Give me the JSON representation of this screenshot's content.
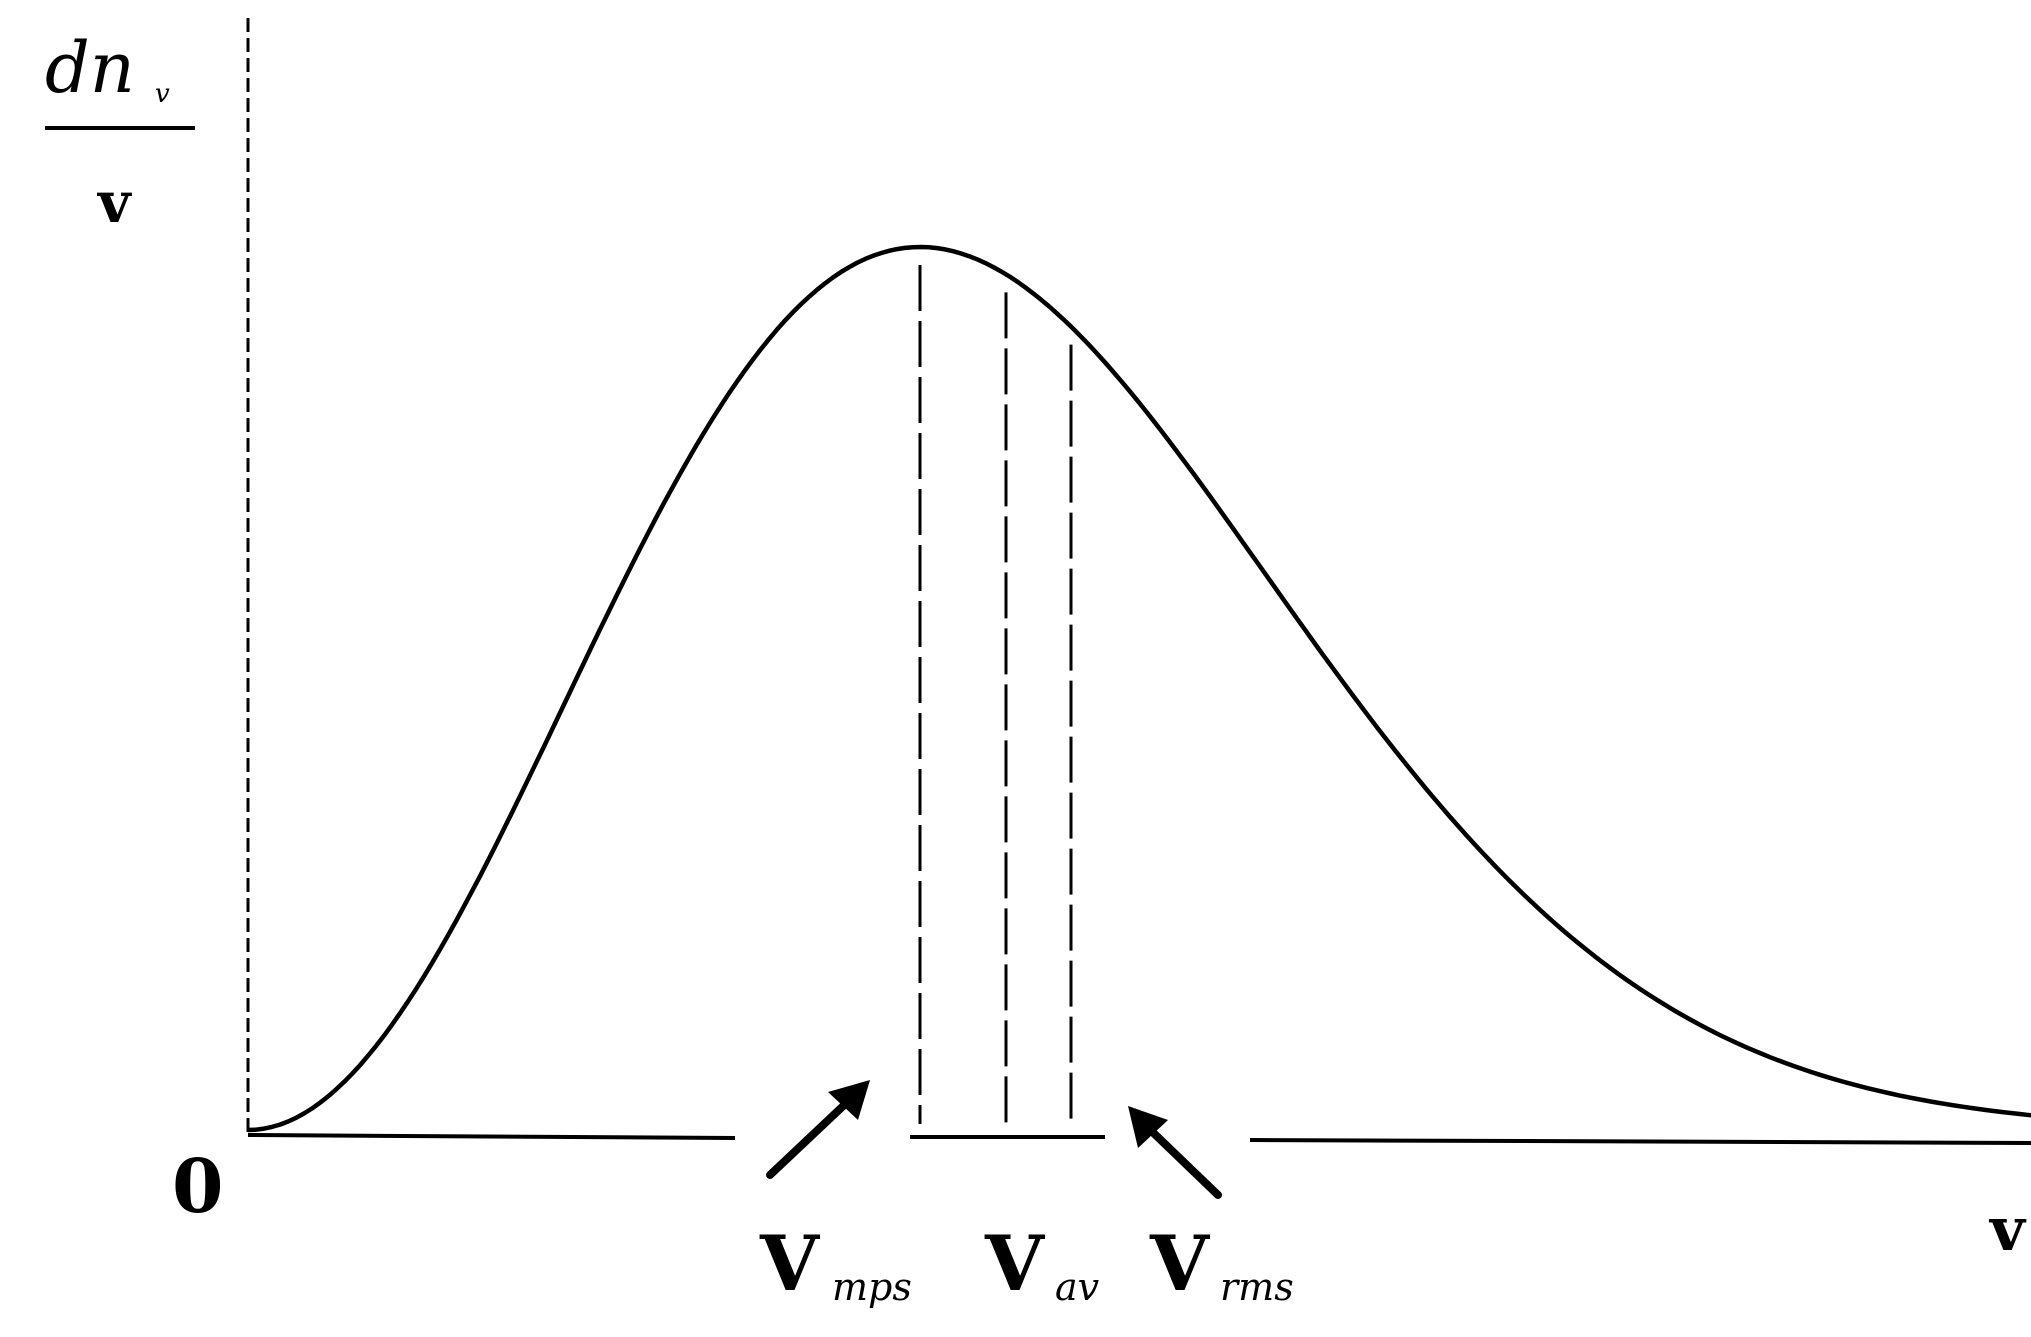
{
  "y_axis": {
    "label_numerator": "dn",
    "label_numerator_sub": "v",
    "label_denominator": "v"
  },
  "x_axis": {
    "label": "v",
    "origin": "0"
  },
  "markers": [
    {
      "id": "mps",
      "symbol": "V",
      "sub": "mps",
      "x": 1.0
    },
    {
      "id": "av",
      "symbol": "V",
      "sub": "av",
      "x": 1.128
    },
    {
      "id": "rms",
      "symbol": "V",
      "sub": "rms",
      "x": 1.2247
    }
  ],
  "curve": {
    "shape": "maxwell-boltzmann",
    "x_max": 3.1,
    "color": "#000000"
  }
}
